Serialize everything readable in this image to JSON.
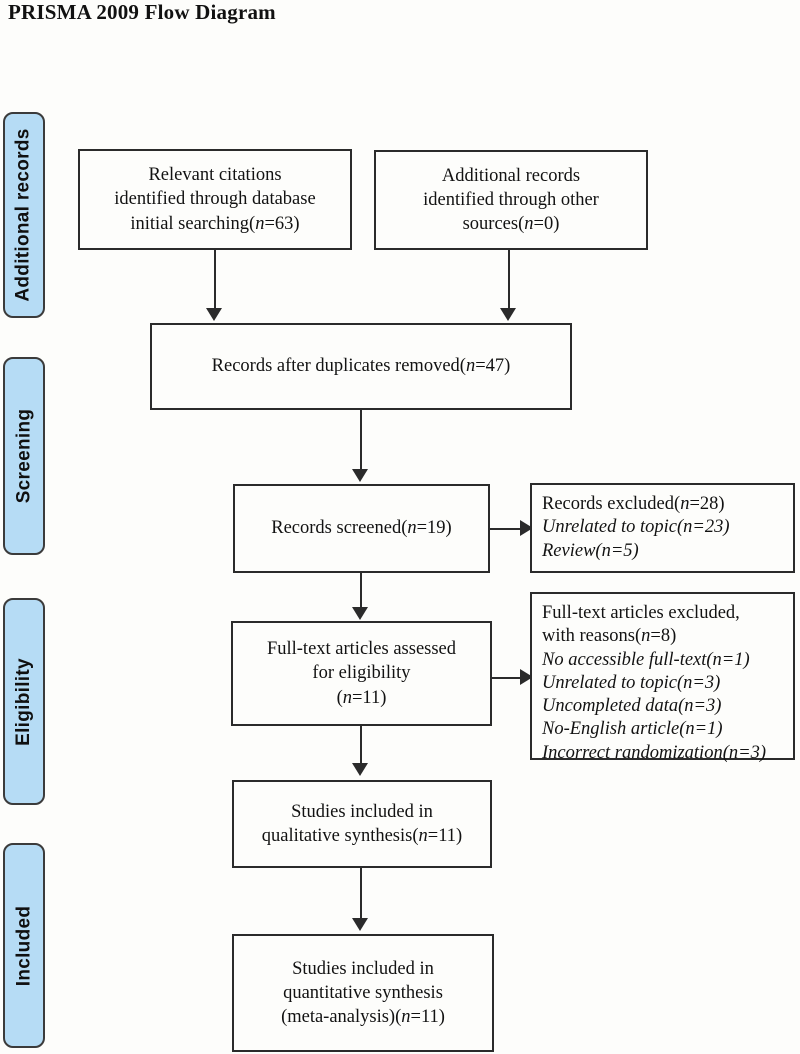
{
  "title": "PRISMA 2009 Flow Diagram",
  "stages": [
    {
      "label": "Additional records"
    },
    {
      "label": "Screening"
    },
    {
      "label": "Eligibility"
    },
    {
      "label": "Included"
    }
  ],
  "nodes": {
    "identification_database": {
      "line1": "Relevant citations",
      "line2": "identified through database",
      "line3_pre": "initial searching(",
      "line3_var": "n",
      "line3_post": "=63)"
    },
    "identification_other": {
      "line1": "Additional records",
      "line2": "identified through other",
      "line3_pre": "sources(",
      "line3_var": "n",
      "line3_post": "=0)"
    },
    "duplicates_removed": {
      "line1_pre": "Records after duplicates removed(",
      "line1_var": "n",
      "line1_post": "=47)"
    },
    "records_screened": {
      "line1_pre": "Records screened(",
      "line1_var": "n",
      "line1_post": "=19)"
    },
    "records_excluded": {
      "line1_pre": "Records excluded(",
      "line1_var": "n",
      "line1_post": "=28)",
      "reason1": "Unrelated to topic(n=23)",
      "reason2": "Review(n=5)"
    },
    "fulltext_assessed": {
      "line1": "Full-text articles assessed",
      "line2": "for eligibility",
      "line3_pre": "(",
      "line3_var": "n",
      "line3_post": "=11)"
    },
    "fulltext_excluded": {
      "line1": "Full-text articles excluded,",
      "line2_pre": "with reasons(",
      "line2_var": "n",
      "line2_post": "=8)",
      "reason1": "No accessible full-text(n=1)",
      "reason2": "Unrelated to topic(n=3)",
      "reason3": "Uncompleted data(n=3)",
      "reason4": "No-English article(n=1)",
      "reason5": "Incorrect randomization(n=3)"
    },
    "qualitative_synthesis": {
      "line1": "Studies included in",
      "line2_pre": "qualitative synthesis(",
      "line2_var": "n",
      "line2_post": "=11)"
    },
    "quantitative_synthesis": {
      "line1": "Studies included in",
      "line2": "quantitative synthesis",
      "line3_pre": "(meta-analysis)(",
      "line3_var": "n",
      "line3_post": "=11)"
    }
  },
  "colors": {
    "stage_fill": "#b6dcf5",
    "stage_border": "#3b3b3b",
    "node_border": "#2b2b2b",
    "background": "#fdfdfb",
    "text": "#121212"
  }
}
